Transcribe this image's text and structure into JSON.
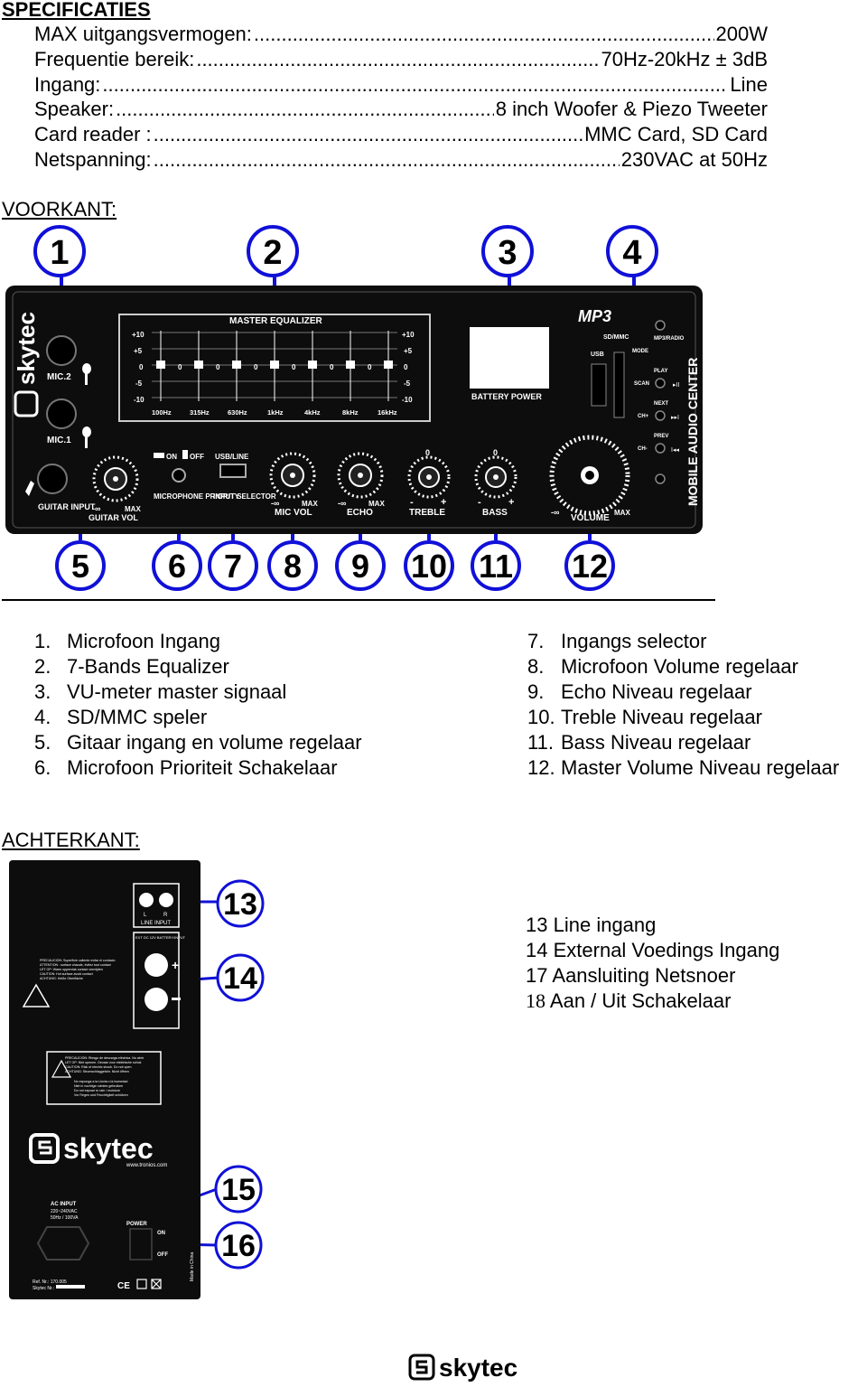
{
  "specs": {
    "title": "SPECIFICATIES",
    "rows": [
      {
        "label": "MAX uitgangsvermogen:",
        "value": "200W"
      },
      {
        "label": "Frequentie bereik:",
        "value": "70Hz-20kHz ± 3dB"
      },
      {
        "label": "Ingang:",
        "value": "Line"
      },
      {
        "label": "Speaker:",
        "value": "8 inch Woofer &  Piezo Tweeter"
      },
      {
        "label": "Card reader :",
        "value": "MMC Card, SD Card"
      },
      {
        "label": "Netspanning:",
        "value": "230VAC at 50Hz"
      }
    ]
  },
  "front": {
    "title": "VOORKANT:",
    "callouts_top": [
      "1",
      "2",
      "3",
      "4"
    ],
    "callouts_bottom": [
      "5",
      "6",
      "7",
      "8",
      "9",
      "10",
      "11",
      "12"
    ],
    "panel": {
      "brand": "skytec",
      "side_label": "MOBILE AUDIO CENTER",
      "eq_title": "MASTER EQUALIZER",
      "eq_db": [
        "+10",
        "+5",
        "0",
        "-5",
        "-10"
      ],
      "eq_bands": [
        "100Hz",
        "315Hz",
        "630Hz",
        "1kHz",
        "4kHz",
        "8kHz",
        "16kHz"
      ],
      "eq_zero": "0",
      "battery": "BATTERY POWER",
      "mp3": "MP3",
      "sdmmc": "SD/MMC",
      "usb": "USB",
      "mic2": "MIC.2",
      "mic1": "MIC.1",
      "guitar_input": "GUITAR INPUT",
      "guitar_vol": "GUITAR VOL",
      "mic_priority": "MICROPHONE PRIORITY",
      "on": "ON",
      "off": "OFF",
      "usb_line": "USB/LINE",
      "input_selector": "INPUT SELECTOR",
      "mic_vol": "MIC VOL",
      "echo": "ECHO",
      "treble": "TREBLE",
      "bass": "BASS",
      "volume": "VOLUME",
      "min": "-∞",
      "max": "MAX",
      "zero": "0",
      "minus": "-",
      "plus": "+",
      "buttons": [
        "MP3/RADIO",
        "MODE",
        "PLAY",
        "SCAN",
        "NEXT",
        "CH+",
        "PREV",
        "CH-"
      ]
    },
    "legend_left": [
      {
        "num": "1.",
        "text": "Microfoon Ingang"
      },
      {
        "num": "2.",
        "text": "7-Bands Equalizer"
      },
      {
        "num": "3.",
        "text": "VU-meter master signaal"
      },
      {
        "num": "4.",
        "text": "SD/MMC speler"
      },
      {
        "num": "5.",
        "text": "Gitaar ingang en volume regelaar"
      },
      {
        "num": "6.",
        "text": "Microfoon Prioriteit Schakelaar"
      }
    ],
    "legend_right": [
      {
        "num": "7.",
        "text": "Ingangs selector"
      },
      {
        "num": "8.",
        "text": "Microfoon Volume regelaar"
      },
      {
        "num": "9.",
        "text": "Echo Niveau regelaar"
      },
      {
        "num": "10.",
        "text": "Treble Niveau regelaar"
      },
      {
        "num": "11.",
        "text": "Bass Niveau regelaar"
      },
      {
        "num": "12.",
        "text": "Master Volume Niveau regelaar"
      }
    ]
  },
  "rear": {
    "title": "ACHTERKANT:",
    "callouts": [
      "13",
      "14",
      "15",
      "16"
    ],
    "panel": {
      "l": "L",
      "r": "R",
      "line_input": "LINE INPUT",
      "ext_dc": "EXT DC 12V BATTERY/INPUT",
      "brand": "skytec",
      "website": "www.tronios.com",
      "ac_input": "AC INPUT",
      "ac_voltage": "220~240VAC",
      "ac_freq": "50Hz / 100VA",
      "power": "POWER",
      "on": "ON",
      "off": "OFF",
      "ref": "Ref. Nr.: 170.005",
      "skytec_nr": "Skytec Nr.:",
      "made_in": "Made in China",
      "warning1": [
        "PRECAUCION: Superficie caliente evitar el contacto",
        "ATTENTION : surface chaude, évitez tout contact",
        "LET OP: Warm oppervlak contact vermijden",
        "CAUTION: Hot surface avoid contact",
        "ACHTUNG: Heiße Oberfläche"
      ],
      "warning2": [
        "PRECAUCION: Riesgo de descarga eléctrica. No abrir",
        "LET OP: Niet openen. Gevaar voor elektrische schok",
        "CAUTION: Risk of electric shock. Do not open",
        "ACHTUNG: Stromschlaggefahr. Nicht öffnen",
        "No exponga a la Lluvia o la humedad",
        "Niet in vochtige ruimtes gebruiken",
        "Do not expose to rain / moisture",
        "Vor Regen und Feuchtigkeit schützen"
      ],
      "ce": "CE"
    },
    "legend": [
      {
        "num": "13",
        "text": "Line ingang"
      },
      {
        "num": "14",
        "text": "External Voedings Ingang"
      },
      {
        "num": "17",
        "text": "Aansluiting Netsnoer"
      },
      {
        "num": "18",
        "text": "Aan / Uit Schakelaar"
      }
    ]
  },
  "footer": {
    "brand": "skytec"
  },
  "colors": {
    "callout": "#1010d8",
    "panel": "#0d0d0d",
    "text": "#000000"
  }
}
